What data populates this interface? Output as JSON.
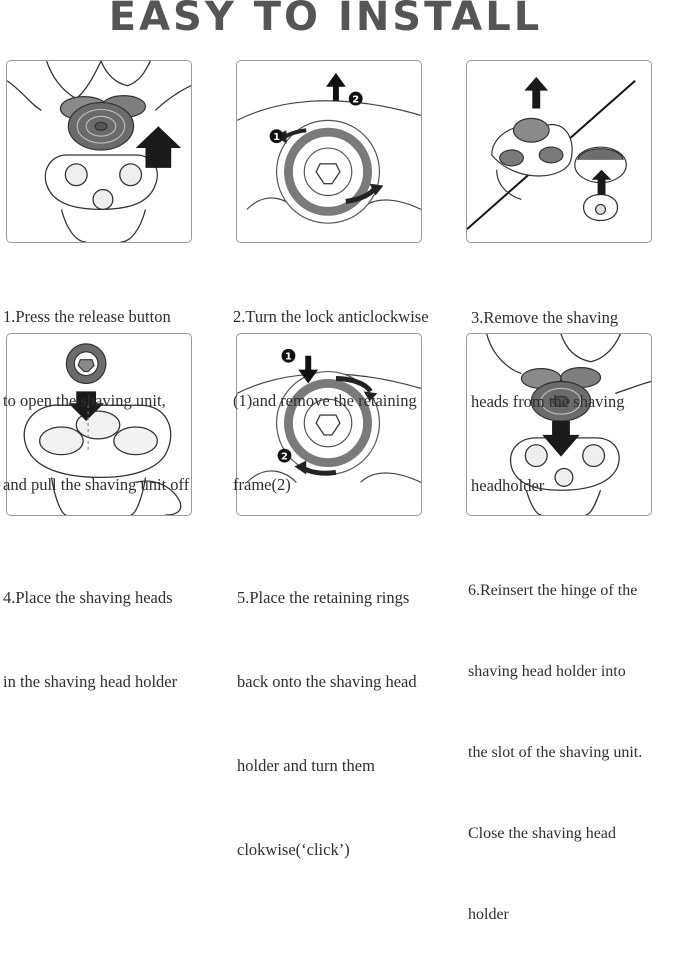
{
  "title": "EASY TO INSTALL",
  "steps": [
    {
      "line1": "1.Press the release button",
      "line2": "to open the shaving unit,",
      "line3": "and pull the shaving unit off"
    },
    {
      "line1": "2.Turn the lock anticlockwise",
      "line2": "(1)and remove the retaining",
      "line3": "frame(2)"
    },
    {
      "line1": "3.Remove the shaving",
      "line2": "heads from the shaving",
      "line3": "headholder"
    },
    {
      "line1": "4.Place the shaving heads",
      "line2": "in the shaving head holder"
    },
    {
      "line1": "5.Place the retaining rings",
      "line2": "back onto the shaving head",
      "line3": "holder and turn them",
      "line4": "clokwise(‘click’)"
    },
    {
      "line1": "6.Reinsert the hinge of the",
      "line2": "shaving head holder into",
      "line3": "the slot of the shaving unit.",
      "line4": "Close the shaving head",
      "line5": "holder"
    }
  ],
  "markers": {
    "one": "1",
    "two": "2"
  },
  "colors": {
    "title": "#555555",
    "arrow": "#1a1a1a",
    "head": "#6b6b6b",
    "outline": "#333333"
  }
}
